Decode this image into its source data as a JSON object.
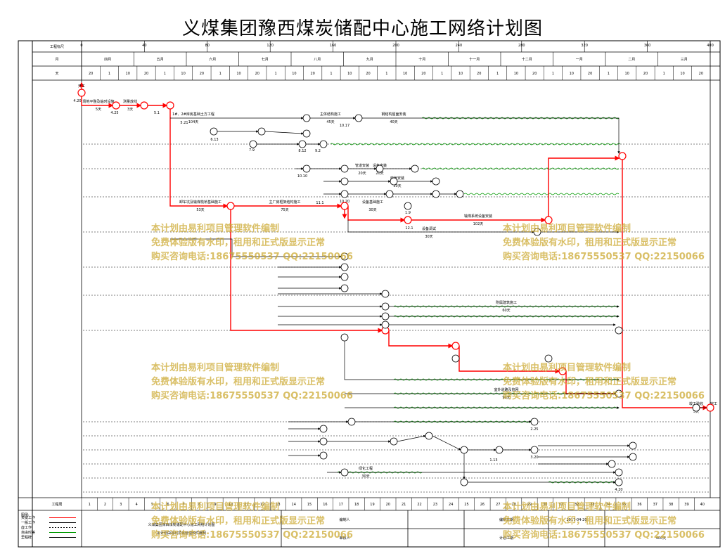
{
  "title": "义煤集团豫西煤炭储配中心施工网络计划图",
  "header": {
    "row_labels": [
      "工程标尺",
      "月",
      "天"
    ],
    "scale_ticks": [
      "0",
      "40",
      "80",
      "120",
      "160",
      "200",
      "240",
      "280",
      "320",
      "360",
      "400"
    ],
    "months": [
      "四月",
      "五月",
      "六月",
      "七月",
      "八月",
      "九月",
      "十月",
      "十一月",
      "十二月",
      "一月",
      "二月",
      "三月"
    ],
    "days": [
      "20",
      "1",
      "10",
      "20",
      "1",
      "10",
      "20",
      "1",
      "10",
      "20",
      "1",
      "10",
      "20",
      "1",
      "10",
      "20",
      "1",
      "10",
      "20",
      "1",
      "10",
      "20",
      "1",
      "10",
      "20",
      "1",
      "10",
      "20",
      "1",
      "10",
      "20",
      "1",
      "10",
      "20"
    ]
  },
  "footer": {
    "row_label": "工程周",
    "weeks": [
      "1",
      "2",
      "3",
      "4",
      "5",
      "6",
      "7",
      "8",
      "9",
      "10",
      "11",
      "12",
      "13",
      "14",
      "15",
      "16",
      "17",
      "18",
      "19",
      "20",
      "21",
      "22",
      "23",
      "24",
      "25",
      "26",
      "27",
      "28",
      "29",
      "30",
      "31",
      "32",
      "33",
      "34",
      "35",
      "36",
      "37",
      "38",
      "39",
      "40"
    ],
    "legend_label": "图例:",
    "legend_items": [
      "关键工作",
      "一般工作",
      "虚工作",
      "自由时差",
      "里程碑"
    ],
    "project_name": "义煤集团豫西煤炭储配中心施工网络计划图",
    "project_subtitle": "本计划由易利项目管理软件编制",
    "fields": [
      {
        "label": "编制人",
        "value": ""
      },
      {
        "label": "审核人",
        "value": ""
      },
      {
        "label": "编制日期",
        "value": "2017-04-20"
      },
      {
        "label": "计划工期",
        "value": "400天"
      }
    ]
  },
  "tasks": [
    {
      "label": "开工",
      "duration": ""
    },
    {
      "label": "场地平整及临时设施",
      "duration": "5天"
    },
    {
      "label": "测量放线",
      "duration": "3天"
    },
    {
      "label": "1#、2#库房基础土方工程",
      "duration": "104天"
    },
    {
      "label": "主体结构施工",
      "duration": "45天"
    },
    {
      "label": "钢结构屋面安装",
      "duration": "40天"
    },
    {
      "label": "卸车坑及输煤栈桥基础施工",
      "duration": "53天"
    },
    {
      "label": "主厂房框架结构施工",
      "duration": "75天"
    },
    {
      "label": "设备基础施工",
      "duration": "30天"
    },
    {
      "label": "设备安装",
      "duration": "20天"
    },
    {
      "label": "输煤系统设备安装",
      "duration": "102天"
    },
    {
      "label": "设备调试",
      "duration": "30天"
    },
    {
      "label": "管道安装",
      "duration": "20天"
    },
    {
      "label": "电气安装",
      "duration": "30天"
    },
    {
      "label": "附属建筑施工",
      "duration": "60天"
    },
    {
      "label": "室外道路及管网",
      "duration": "90天"
    },
    {
      "label": "绿化工程",
      "duration": "30天"
    },
    {
      "label": "竣工验收",
      "duration": "5天"
    },
    {
      "label": "完工",
      "duration": ""
    }
  ],
  "node_dates": [
    "4.20",
    "4.25",
    "5.1",
    "5.21",
    "6.13",
    "7.9",
    "8.12",
    "9.2",
    "10.10",
    "10.17",
    "10.20",
    "11.1",
    "12.1",
    "1.9",
    "1.13",
    "2.25",
    "3.20",
    "4.20"
  ],
  "watermark": {
    "line1": "本计划由易利项目管理软件编制",
    "line2": "免费体验版有水印，租用和正式版显示正常",
    "line3": "购买咨询电话:18675550537 QQ:22150066"
  },
  "colors": {
    "critical": "#ff0000",
    "normal": "#000000",
    "free_float": "#009900",
    "watermark": "#ccaa33"
  }
}
